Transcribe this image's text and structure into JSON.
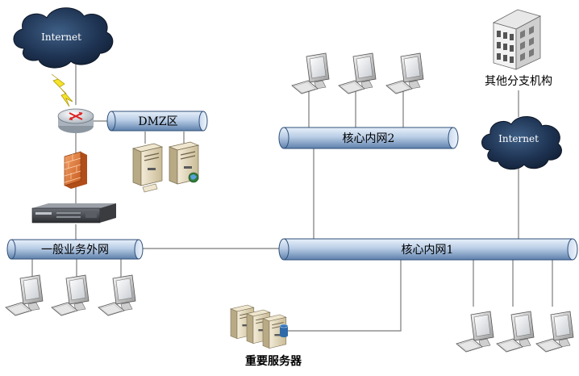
{
  "diagram": {
    "internet_top": "Internet",
    "internet_right": "Internet",
    "dmz": "DMZ区",
    "core2": "核心内网2",
    "core1": "核心内网1",
    "general": "一般业务外网",
    "branch": "其他分支机构",
    "servers": "重要服务器"
  },
  "colors": {
    "pipe_light": "#d6e4f4",
    "pipe_dark": "#6f90b8",
    "pipe_stroke": "#2f4f78",
    "cloud_dark": "#1d2f4a",
    "line": "#7a7a7a"
  },
  "icons": {
    "cloud": "cloud-icon",
    "router": "router-icon",
    "firewall": "firewall-icon",
    "switch": "switch-icon",
    "server": "server-icon",
    "computer": "computer-icon",
    "building": "building-icon",
    "lightning": "lightning-icon"
  }
}
